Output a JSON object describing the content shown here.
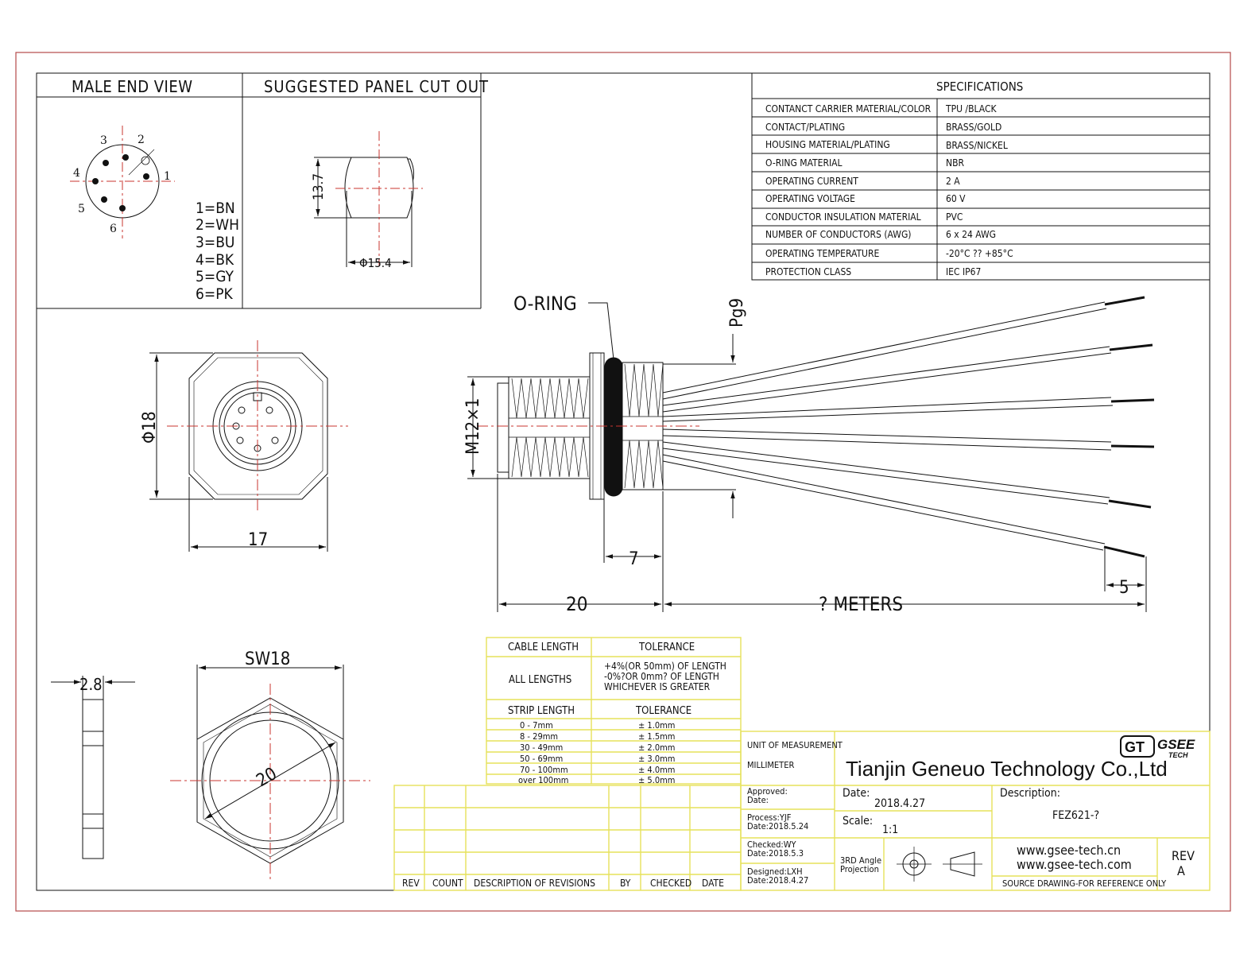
{
  "views": {
    "male_end_view": "MALE END VIEW",
    "panel_cut_out": "SUGGESTED PANEL CUT OUT"
  },
  "pin_numbers": [
    "1",
    "2",
    "3",
    "4",
    "5",
    "6"
  ],
  "pin_colors": [
    "1=BN",
    "2=WH",
    "3=BU",
    "4=BK",
    "5=GY",
    "6=PK"
  ],
  "dimensions": {
    "cut_height": "13.7",
    "cut_dia": "Φ15.4",
    "front_dia": "Φ18",
    "front_width": "17",
    "thread": "M12×1",
    "pg": "Pg9",
    "len_7": "7",
    "len_20": "20",
    "meters": "? METERS",
    "strip_5": "5",
    "nut_thick": "2.8",
    "sw": "SW18",
    "nut_dia": "20",
    "o_ring": "O-RING"
  },
  "specifications": {
    "title": "SPECIFICATIONS",
    "rows": [
      [
        "CONTANCT CARRIER MATERIAL/COLOR",
        "TPU /BLACK"
      ],
      [
        "CONTACT/PLATING",
        "BRASS/GOLD"
      ],
      [
        "HOUSING MATERIAL/PLATING",
        "BRASS/NICKEL"
      ],
      [
        "O-RING  MATERIAL",
        "NBR"
      ],
      [
        "OPERATING CURRENT",
        "2 A"
      ],
      [
        "OPERATING VOLTAGE",
        "60 V"
      ],
      [
        "CONDUCTOR INSULATION MATERIAL",
        "PVC"
      ],
      [
        "NUMBER OF CONDUCTORS (AWG)",
        "6 x 24 AWG"
      ],
      [
        "OPERATING TEMPERATURE",
        "-20°C ?? +85°C"
      ],
      [
        "PROTECTION CLASS",
        "IEC   IP67"
      ]
    ]
  },
  "tolerance": {
    "cable_header": "CABLE LENGTH",
    "tol_header": "TOLERANCE",
    "all_lengths": "ALL LENGTHS",
    "all_tol": [
      "+4%(OR 50mm) OF LENGTH",
      "-0%?OR 0mm? OF LENGTH",
      "WHICHEVER  IS  GREATER"
    ],
    "strip_header": "STRIP LENGTH",
    "strip_tol_header": "TOLERANCE",
    "strip_rows": [
      [
        "0 - 7mm",
        "± 1.0mm"
      ],
      [
        "8 - 29mm",
        "± 1.5mm"
      ],
      [
        "30 - 49mm",
        "± 2.0mm"
      ],
      [
        "50 - 69mm",
        "± 3.0mm"
      ],
      [
        "70 - 100mm",
        "± 4.0mm"
      ],
      [
        "over 100mm",
        "± 5.0mm"
      ]
    ]
  },
  "revisions": {
    "headers": [
      "REV",
      "COUNT",
      "DESCRIPTION  OF  REVISIONS",
      "BY",
      "CHECKED",
      "DATE"
    ]
  },
  "title_block": {
    "unit_label": "UNIT OF MEASUREMENT",
    "unit_value": "MILLIMETER",
    "company": "Tianjin Geneuo Technology Co.,Ltd",
    "logo_gt": "GT",
    "logo_gsee": "GSEE",
    "logo_tech": "TECH",
    "approved": [
      "Approved:",
      "Date:"
    ],
    "process": [
      "Process:YJF",
      "Date:2018.5.24"
    ],
    "checked": [
      "Checked:WY",
      "Date:2018.5.3"
    ],
    "designed": [
      "Designed:LXH",
      "Date:2018.4.27"
    ],
    "date_label": "Date:",
    "date_value": "2018.4.27",
    "scale_label": "Scale:",
    "scale_value": "1:1",
    "projection": [
      "3RD Angle",
      "Projection"
    ],
    "description_label": "Description:",
    "description_value": "FEZ621-?",
    "website_1": "www.gsee-tech.cn",
    "website_2": "www.gsee-tech.com",
    "rev_label": "REV",
    "rev_value": "A",
    "source": "SOURCE DRAWING-FOR REFERENCE ONLY"
  },
  "colors": {
    "frame": "#b44a4a",
    "centerline": "#c8342f",
    "table_border": "#e6e25a",
    "ink": "#111111"
  }
}
